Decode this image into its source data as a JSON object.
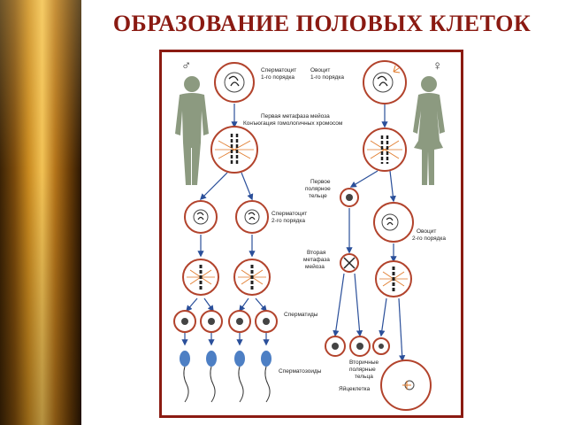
{
  "slide": {
    "title": "ОБРАЗОВАНИЕ ПОЛОВЫХ КЛЕТОК"
  },
  "symbols": {
    "male": "♂",
    "female": "♀"
  },
  "labels": {
    "spermatocyte1_a": "Сперматоцит",
    "spermatocyte1_b": "1-го порядка",
    "oocyte1_a": "Овоцит",
    "oocyte1_b": "1-го порядка",
    "metaphase1_a": "Первая метафаза мейоза",
    "metaphase1_b": "Конъюгация гомологичных хромосом",
    "polar1_a": "Первое",
    "polar1_b": "полярное",
    "polar1_c": "тельце",
    "spermatocyte2_a": "Сперматоцит",
    "spermatocyte2_b": "2-го порядка",
    "oocyte2_a": "Овоцит",
    "oocyte2_b": "2-го порядка",
    "metaphase2_a": "Вторая",
    "metaphase2_b": "метафаза",
    "metaphase2_c": "мейоза",
    "spermatids": "Сперматиды",
    "secondpolar_a": "Вторичные",
    "secondpolar_b": "полярные",
    "secondpolar_c": "тельца",
    "spermatozoa": "Сперматозоиды",
    "egg": "Яйцеклетка"
  },
  "colors": {
    "title": "#8a1a12",
    "frame": "#8b1b12",
    "cell_outline": "#b2432c",
    "arrow": "#2a4f9a",
    "silhouette": "#8c9a80",
    "sperm_head": "#4d7fc4",
    "spindle": "#e07a2a"
  }
}
